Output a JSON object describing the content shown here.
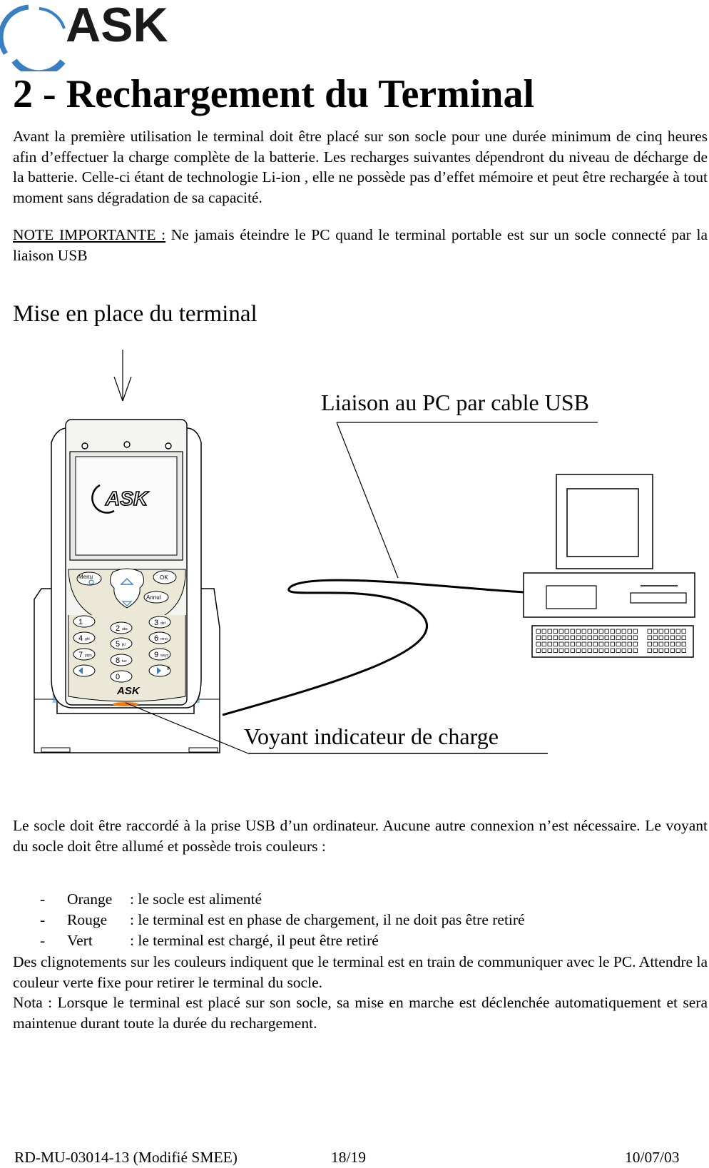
{
  "header": {
    "logo_text": "ASK"
  },
  "title": "2  - Rechargement du Terminal",
  "intro_paragraph": "Avant la première utilisation le terminal doit être placé sur son socle pour une durée minimum de cinq heures afin d’effectuer la charge complète de la batterie. Les recharges suivantes dépendront du niveau de décharge de la batterie. Celle-ci étant de technologie Li-ion , elle ne possède  pas d’effet mémoire et peut être rechargée à tout moment sans dégradation de sa capacité.",
  "note": {
    "label": "NOTE IMPORTANTE :",
    "text": " Ne jamais éteindre le PC quand le terminal portable est sur un socle connecté par la liaison USB"
  },
  "section_title": "Mise en place du terminal",
  "diagram": {
    "label_usb": "Liaison au PC par cable USB",
    "label_voyant": "Voyant indicateur de charge",
    "screen_logo": "ASK",
    "keypad_logo": "ASK",
    "keys": {
      "menu": "Menu",
      "ok": "OK",
      "annul": "Annul",
      "digits": [
        "1",
        "2",
        "3",
        "4",
        "5",
        "6",
        "7",
        "8",
        "9",
        "0"
      ],
      "letters": [
        "abc",
        "def",
        "ghi",
        "jkl",
        "mno",
        "pqrs",
        "tuv",
        "wxyz"
      ],
      "hash": "#"
    },
    "colors": {
      "indicator": "#f07a10",
      "key_blue": "#3a7fc1",
      "base_blue": "#3a8fd0"
    }
  },
  "paragraph_socle": "Le socle doit être raccordé à la prise USB d’un ordinateur. Aucune autre connexion n’est nécessaire. Le voyant du socle doit être allumé et possède trois couleurs :",
  "bullets": [
    {
      "dash": "-",
      "color": "Orange",
      "desc": ": le socle est alimenté"
    },
    {
      "dash": "-",
      "color": "Rouge",
      "desc": ": le terminal est en phase de chargement, il ne doit pas être retiré"
    },
    {
      "dash": "-",
      "color": "Vert",
      "desc": ": le terminal est chargé, il peut être retiré"
    }
  ],
  "paragraph_clignotements": "Des clignotements sur les couleurs indiquent que le terminal est en train de communiquer avec le PC. Attendre la couleur verte fixe pour retirer le terminal du socle.",
  "paragraph_nota": "Nota : Lorsque le terminal est placé sur son socle, sa mise en marche est déclenchée automatiquement  et sera maintenue  durant toute la durée du rechargement.",
  "footer": {
    "reference": "RD-MU-03014-13 (Modifié SMEE)",
    "page": "18/19",
    "date": "10/07/03"
  }
}
